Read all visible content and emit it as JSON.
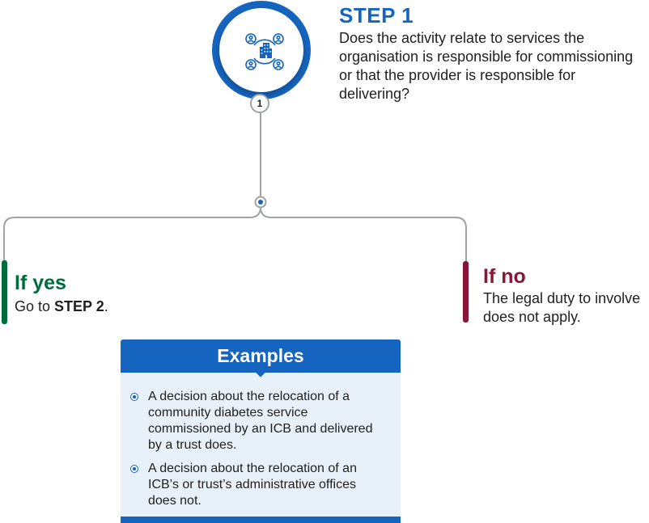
{
  "step": {
    "badge": "1",
    "title": "STEP 1",
    "question": "Does the activity relate to services the organisation is responsible for commissioning or that the provider is responsible for delivering?",
    "icon": "people-around-building-icon"
  },
  "branches": {
    "yes": {
      "title": "If yes",
      "body_prefix": "Go to ",
      "body_bold": "STEP 2",
      "body_suffix": ".",
      "color": "#006b3c"
    },
    "no": {
      "title": "If no",
      "body": "The legal duty to involve does not apply.",
      "color": "#8a1538"
    }
  },
  "examples": {
    "title": "Examples",
    "items": [
      "A decision about the relocation of a community diabetes service commissioned by an ICB and delivered by a trust does.",
      "A decision about the relocation of an ICB’s or trust’s administrative offices does not."
    ]
  },
  "colors": {
    "accent": "#1565c0",
    "connector": "#9fa3a6",
    "examples_bg": "#e8f1fa"
  }
}
